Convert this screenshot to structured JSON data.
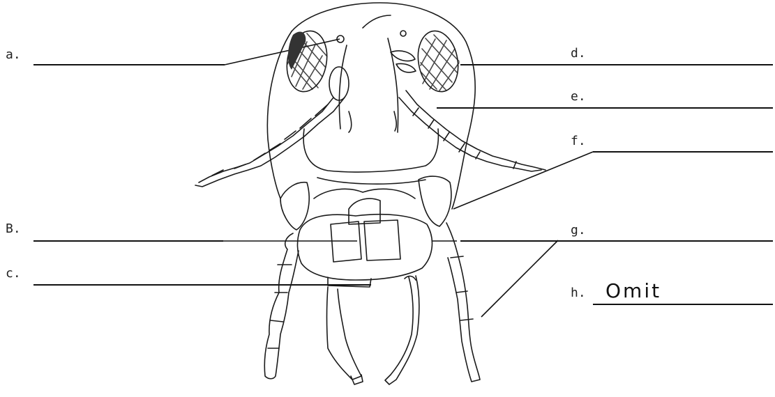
{
  "labels": {
    "a": "a.",
    "b": "B.",
    "c": "c.",
    "d": "d.",
    "e": "e.",
    "f": "f.",
    "g": "g.",
    "h": "h."
  },
  "answers": {
    "h": "Omit"
  }
}
